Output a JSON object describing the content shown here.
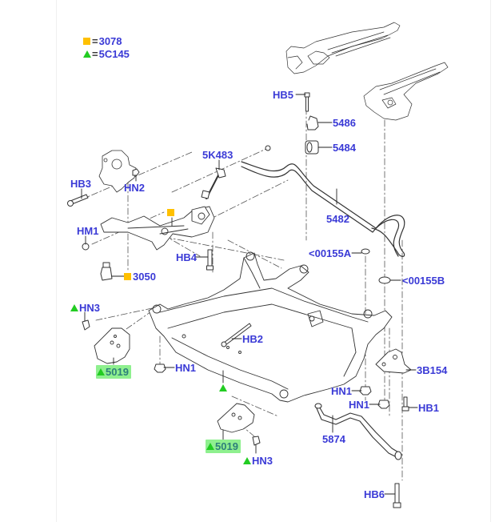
{
  "legend": [
    {
      "marker": "square",
      "marker_color": "#ffc000",
      "code": "3078"
    },
    {
      "marker": "triangle",
      "marker_color": "#22cc22",
      "code": "5C145"
    }
  ],
  "colors": {
    "label_text": "#3a3ad6",
    "highlight_bg": "#8ff08f",
    "highlight_text": "#2d7f7a",
    "line_art": "#333333"
  },
  "labels": {
    "hb5": "HB5",
    "p5486": "5486",
    "p5484": "5484",
    "p5k483": "5K483",
    "hb3": "HB3",
    "hn2": "HN2",
    "hm1": "HM1",
    "hb4": "HB4",
    "p3050": "3050",
    "p5482": "5482",
    "p00155a": "<00155A",
    "p00155b": "<00155B",
    "hn3_left": "HN3",
    "hb2": "HB2",
    "hn1_left": "HN1",
    "p5019_left": "5019",
    "p3b154": "3B154",
    "hn1_right_a": "HN1",
    "hn1_right_b": "HN1",
    "hb1": "HB1",
    "p5874": "5874",
    "p5019_bottom": "5019",
    "hn3_bottom": "HN3",
    "hb6": "HB6"
  },
  "parts": [
    "body-rail-left",
    "body-rail-right",
    "stabilizer-bar-bracket",
    "stabilizer-bar-bushing",
    "stabilizer-link",
    "knuckle",
    "lower-control-arm",
    "ball-joint",
    "stabilizer-bar",
    "subframe",
    "subframe-brace-left",
    "subframe-brace-bottom",
    "rear-mount-bracket",
    "tie-bar"
  ]
}
